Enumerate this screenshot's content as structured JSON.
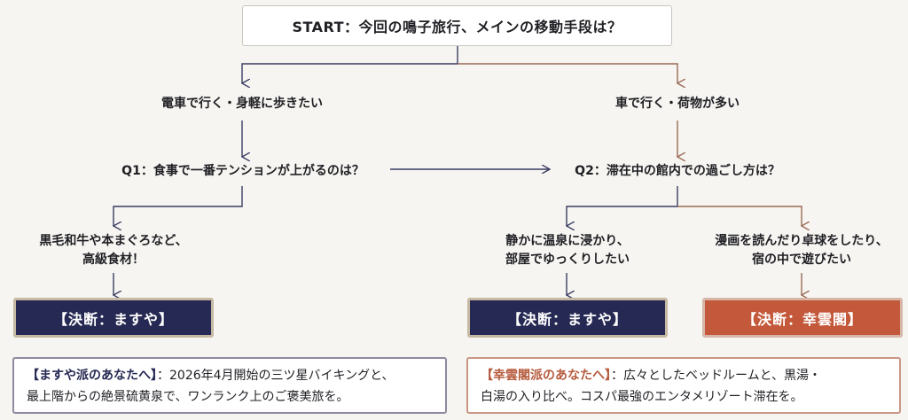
{
  "start": {
    "question": "START：今回の鳴子旅行、メインの移動手段は？"
  },
  "branches": {
    "train": {
      "label": "電車で行く・身軽に歩きたい"
    },
    "car": {
      "label": "車で行く・荷物が多い"
    }
  },
  "q1": {
    "question": "Q1：食事で一番テンションが上がるのは？"
  },
  "q2": {
    "question": "Q2：滞在中の館内での過ごし方は？"
  },
  "answers": {
    "food": {
      "line1": "黒毛和牛や本まぐろなど、",
      "line2": "高級食材！"
    },
    "onsen": {
      "line1": "静かに温泉に浸かり、",
      "line2": "部屋でゆっくりしたい"
    },
    "play": {
      "line1": "漫画を読んだり卓球をしたり、",
      "line2": "宿の中で遊びたい"
    }
  },
  "decisions": {
    "left": "【決断：ますや】",
    "middle": "【決断：ますや】",
    "right": "【決断：幸雲閣】"
  },
  "notes": {
    "masuya": {
      "heading": "【ますや派のあなたへ】",
      "text1": "：2026年4月開始の三ツ星バイキングと、",
      "text2": "最上階からの絶景硫黄泉で、ワンランク上のご褒美旅を。"
    },
    "kounkaku": {
      "heading": "【幸雲閣派のあなたへ】",
      "text1": "：広々としたベッドルームと、黒湯・",
      "text2": "白湯の入り比べ。コスパ最強のエンタメリゾート滞在を。"
    }
  },
  "colors": {
    "navy": "#262953",
    "brown": "#c4583a",
    "line_navy": "#3a3d63",
    "line_brown": "#9a6a55"
  }
}
